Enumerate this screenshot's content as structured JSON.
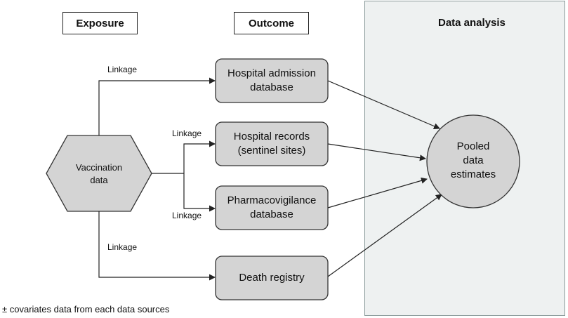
{
  "headers": {
    "exposure": "Exposure",
    "outcome": "Outcome",
    "analysis": "Data analysis"
  },
  "exposure_node": {
    "line1": "Vaccination",
    "line2": "data"
  },
  "outcomes": [
    {
      "line1": "Hospital admission",
      "line2": "database"
    },
    {
      "line1": "Hospital records",
      "line2": "(sentinel sites)"
    },
    {
      "line1": "Pharmacovigilance",
      "line2": "database"
    },
    {
      "line1": "Death registry",
      "line2": ""
    }
  ],
  "result_node": {
    "line1": "Pooled",
    "line2": "data",
    "line3": "estimates"
  },
  "edge_labels": [
    "Linkage",
    "Linkage",
    "Linkage",
    "Linkage"
  ],
  "footnote": "± covariates data from each data sources",
  "colors": {
    "node_fill": "#d4d4d4",
    "panel_fill": "#eef1f1",
    "panel_border": "#8a9a9a"
  }
}
